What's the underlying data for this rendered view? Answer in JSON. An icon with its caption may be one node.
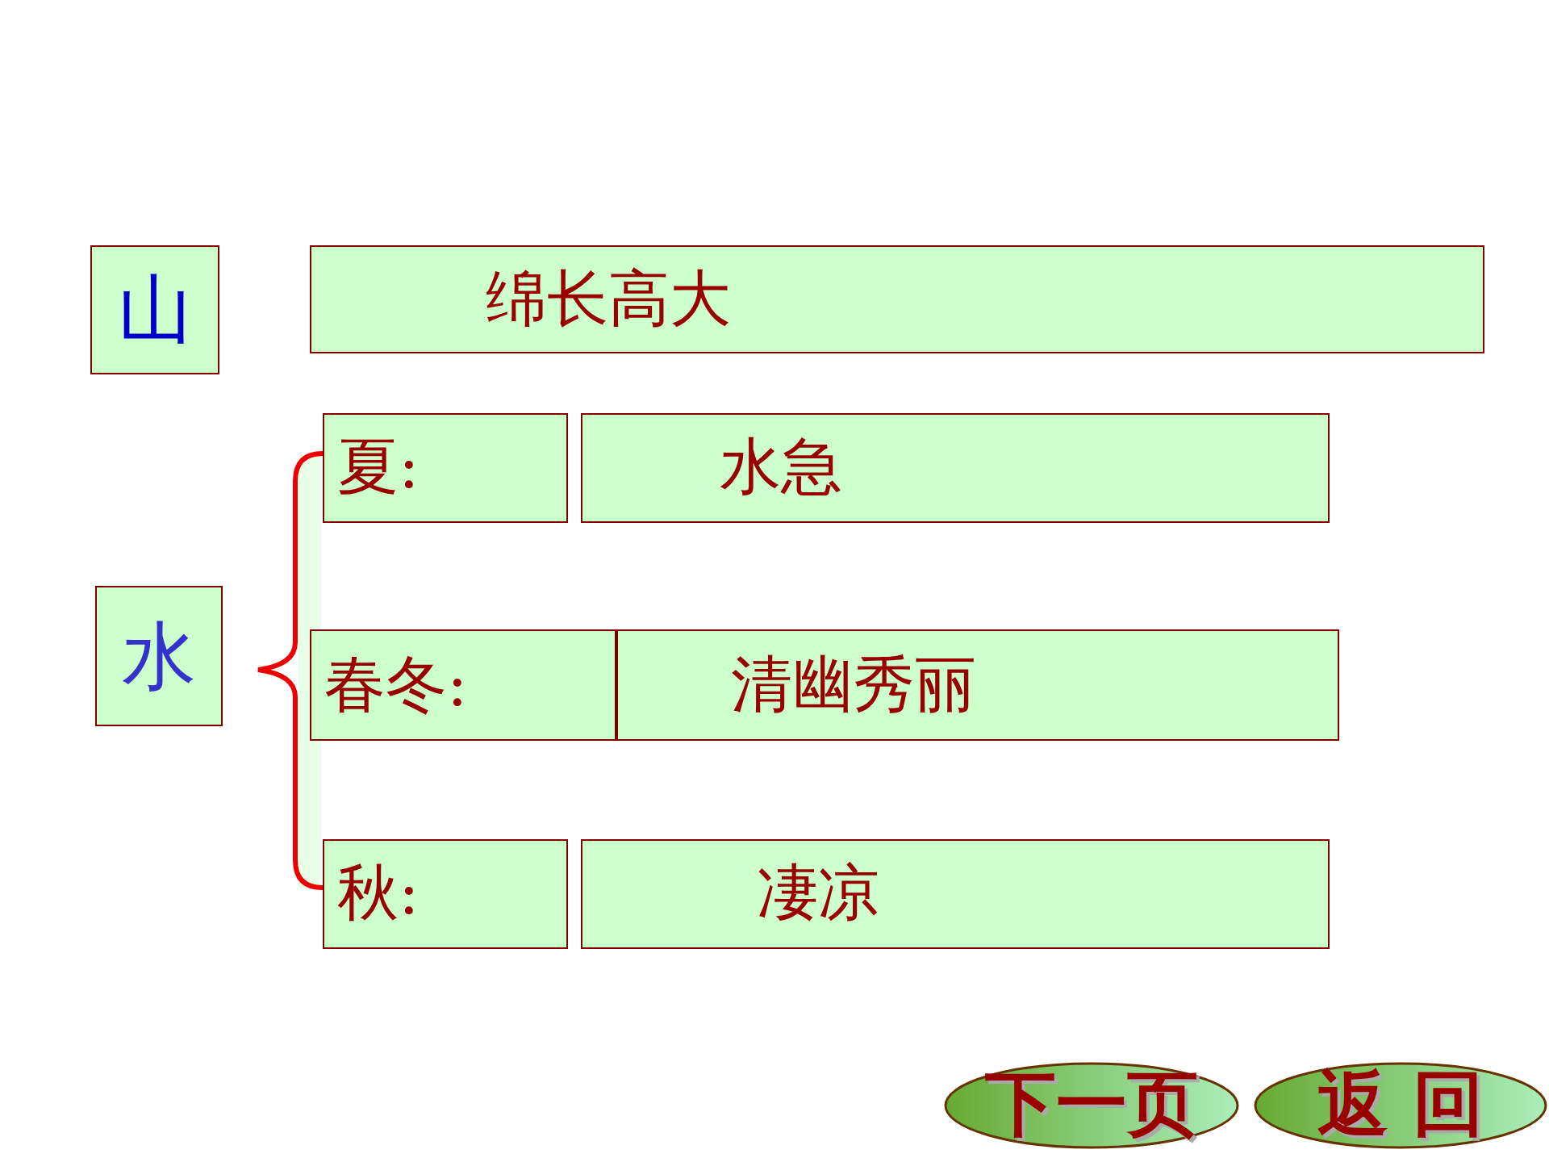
{
  "diagram": {
    "nodes": [
      {
        "text": [
          "山"
        ]
      },
      {
        "text": [
          "绵长高大"
        ]
      },
      {
        "text": [
          "水"
        ]
      },
      {
        "text": [
          "夏:"
        ]
      },
      {
        "text": [
          "水急"
        ]
      },
      {
        "text": [
          "春冬:"
        ]
      },
      {
        "text": [
          "清幽秀丽"
        ]
      },
      {
        "text": [
          "秋:"
        ]
      },
      {
        "text": [
          "凄凉"
        ]
      },
      {
        "text": [
          "下一页"
        ]
      },
      {
        "text": [
          "返 回"
        ]
      }
    ],
    "edges": []
  }
}
